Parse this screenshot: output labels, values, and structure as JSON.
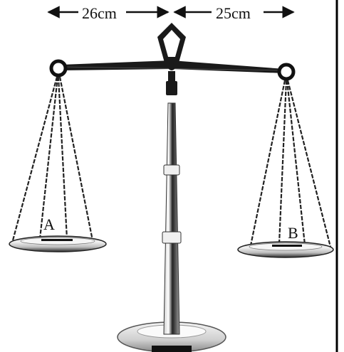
{
  "labels": {
    "left_arm_length": "26cm",
    "right_arm_length": "25cm",
    "left_pan": "A",
    "right_pan": "B"
  },
  "colors": {
    "ink": "#111111",
    "metal_light": "#e8e8e8",
    "metal_dark": "#1a1a1a",
    "frame": "#000000"
  }
}
